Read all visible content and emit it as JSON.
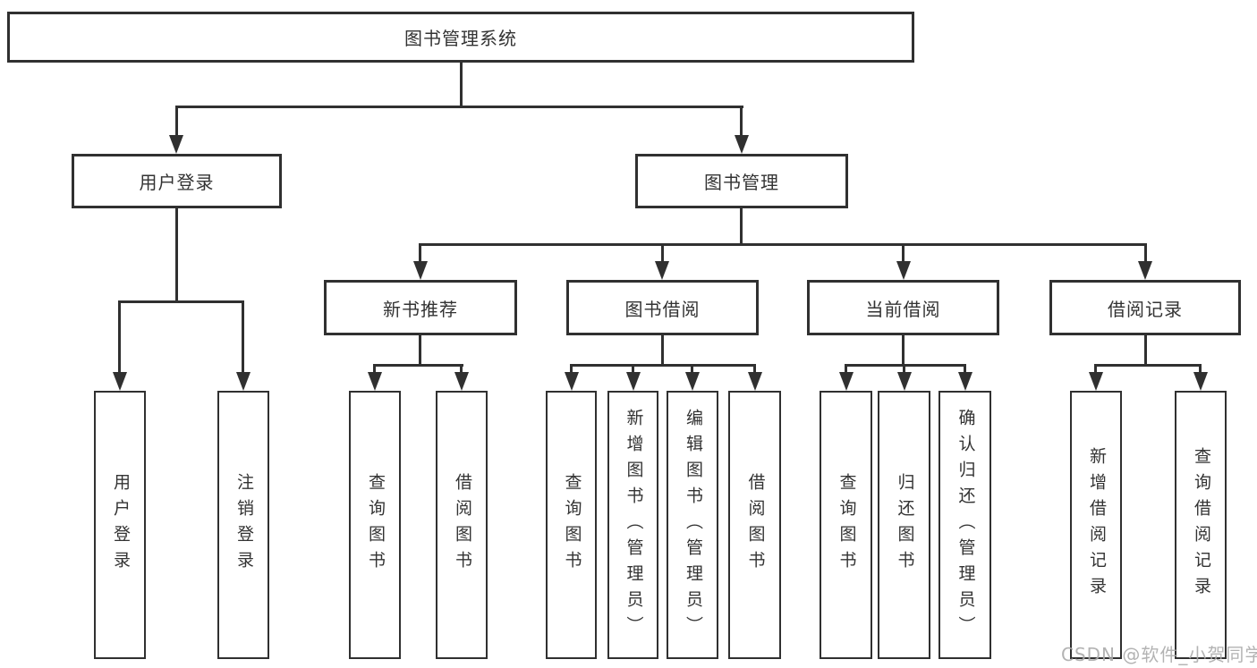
{
  "root": {
    "label": "图书管理系统"
  },
  "level2": [
    {
      "label": "用户登录",
      "children": [
        {
          "label": "用户登录"
        },
        {
          "label": "注销登录"
        }
      ]
    },
    {
      "label": "图书管理",
      "sections": [
        {
          "label": "新书推荐",
          "children": [
            {
              "label": "查询图书"
            },
            {
              "label": "借阅图书"
            }
          ]
        },
        {
          "label": "图书借阅",
          "children": [
            {
              "label": "查询图书"
            },
            {
              "label": "新增图书（管理员）"
            },
            {
              "label": "编辑图书（管理员）"
            },
            {
              "label": "借阅图书"
            }
          ]
        },
        {
          "label": "当前借阅",
          "children": [
            {
              "label": "查询图书"
            },
            {
              "label": "归还图书"
            },
            {
              "label": "确认归还（管理员）"
            }
          ]
        },
        {
          "label": "借阅记录",
          "children": [
            {
              "label": "新增借阅记录"
            },
            {
              "label": "查询借阅记录"
            }
          ]
        }
      ]
    }
  ],
  "watermark": "CSDN @软件_小贺同学",
  "colors": {
    "line": "#303030",
    "text": "#333333",
    "background": "#ffffff",
    "watermark": "#ababab"
  }
}
